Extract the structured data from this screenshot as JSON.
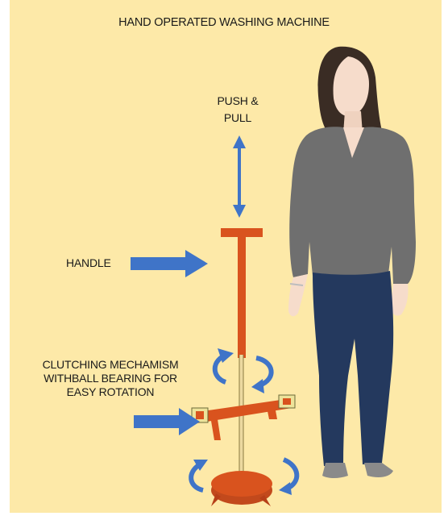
{
  "title": "HAND OPERATED WASHING MACHINE",
  "labels": {
    "push_pull": [
      "PUSH &",
      "PULL"
    ],
    "handle": "HANDLE",
    "clutch": [
      "CLUTCHING MECHAMISM",
      "WITHBALL BEARING FOR",
      "EASY ROTATION"
    ]
  },
  "colors": {
    "background": "#fde9a8",
    "arrow": "#3f74c8",
    "device": "#d9531e",
    "shirt": "#6f6f6f",
    "jeans": "#24395e",
    "skin": "#f6dccb",
    "hair": "#3a2c24"
  }
}
